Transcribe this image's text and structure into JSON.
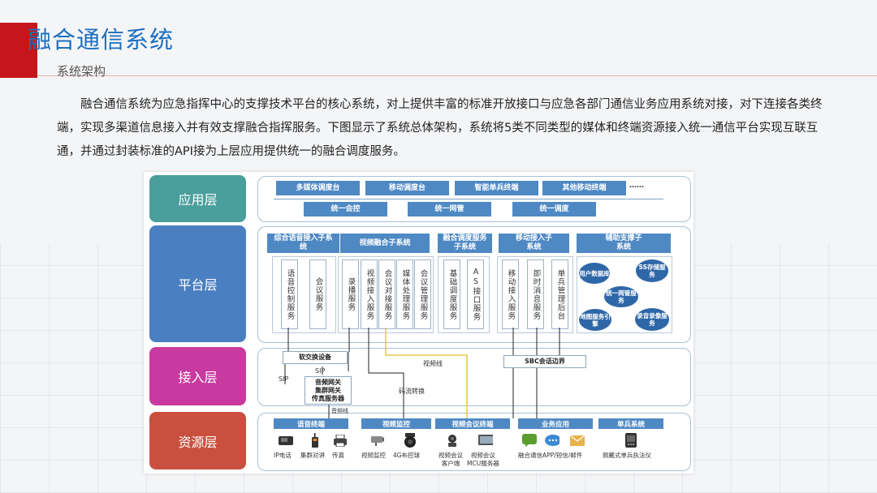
{
  "header": {
    "title": "融合通信系统",
    "subtitle": "系统架构"
  },
  "intro": "融合通信系统为应急指挥中心的支撑技术平台的核心系统，对上提供丰富的标准开放接口与应急各部门通信业务应用系统对接，对下连接各类终端，实现多渠道信息接入并有效支撑融合指挥服务。下图显示了系统总体架构，系统将5类不同类型的媒体和终端资源接入统一通信平台实现互联互通，并通过封装标准的API接为上层应用提供统一的融合调度服务。",
  "colors": {
    "brand_red": "#c4161c",
    "title_blue": "#1c6fbf",
    "app_layer": "#4a9e9c",
    "platform_layer": "#4a7fc1",
    "access_layer": "#c83a9f",
    "resource_layer": "#c9503e",
    "box_blue": "#4f89c4",
    "yellow_line": "#e6c84a"
  },
  "layers": {
    "application": "应用层",
    "platform": "平台层",
    "access": "接入层",
    "resource": "资源层"
  },
  "application": {
    "row1": [
      "多媒体调度台",
      "移动调度台",
      "智能单兵终端",
      "其他移动终端"
    ],
    "ellipsis": "……",
    "row2": [
      "统一会控",
      "统一网管",
      "统一调度"
    ]
  },
  "platform": {
    "subsystems": [
      "综合语音接入子系统",
      "视频融合子系统",
      "融合调度服务子系统",
      "移动接入子系统",
      "辅助支撑子系统"
    ],
    "services": [
      "语音控制服务",
      "会议服务",
      "录播服务",
      "视频接入服务",
      "会议对接服务",
      "媒体处理服务",
      "会议管理服务",
      "基础调度服务",
      "AS接口服务",
      "移动接入服务",
      "即时消息服务",
      "单兵管理后台"
    ],
    "support": [
      "用户数据库",
      "SS存储服务",
      "统一网管服务",
      "地图服务引擎",
      "录音录像服务"
    ]
  },
  "access": {
    "softswitch": "软交换设备",
    "sip_label": "SIP",
    "gateway": "音频网关\n集群网关\n传真服务器",
    "video_line": "视频线",
    "transcode": "码流转换",
    "sbc": "SBC会话边界",
    "audio_line": "音频线"
  },
  "resource": {
    "groups": [
      "语音终端",
      "视频监控",
      "视频会议终端",
      "业务应用",
      "单兵系统"
    ],
    "devices": [
      "IP电话",
      "集群对讲",
      "传真",
      "视频监控",
      "4G布控球",
      "视频会议\n客户端",
      "视频会议\nMCU服务器",
      "融合通信APP/短信/邮件",
      "佩戴式单兵执法仪"
    ]
  }
}
